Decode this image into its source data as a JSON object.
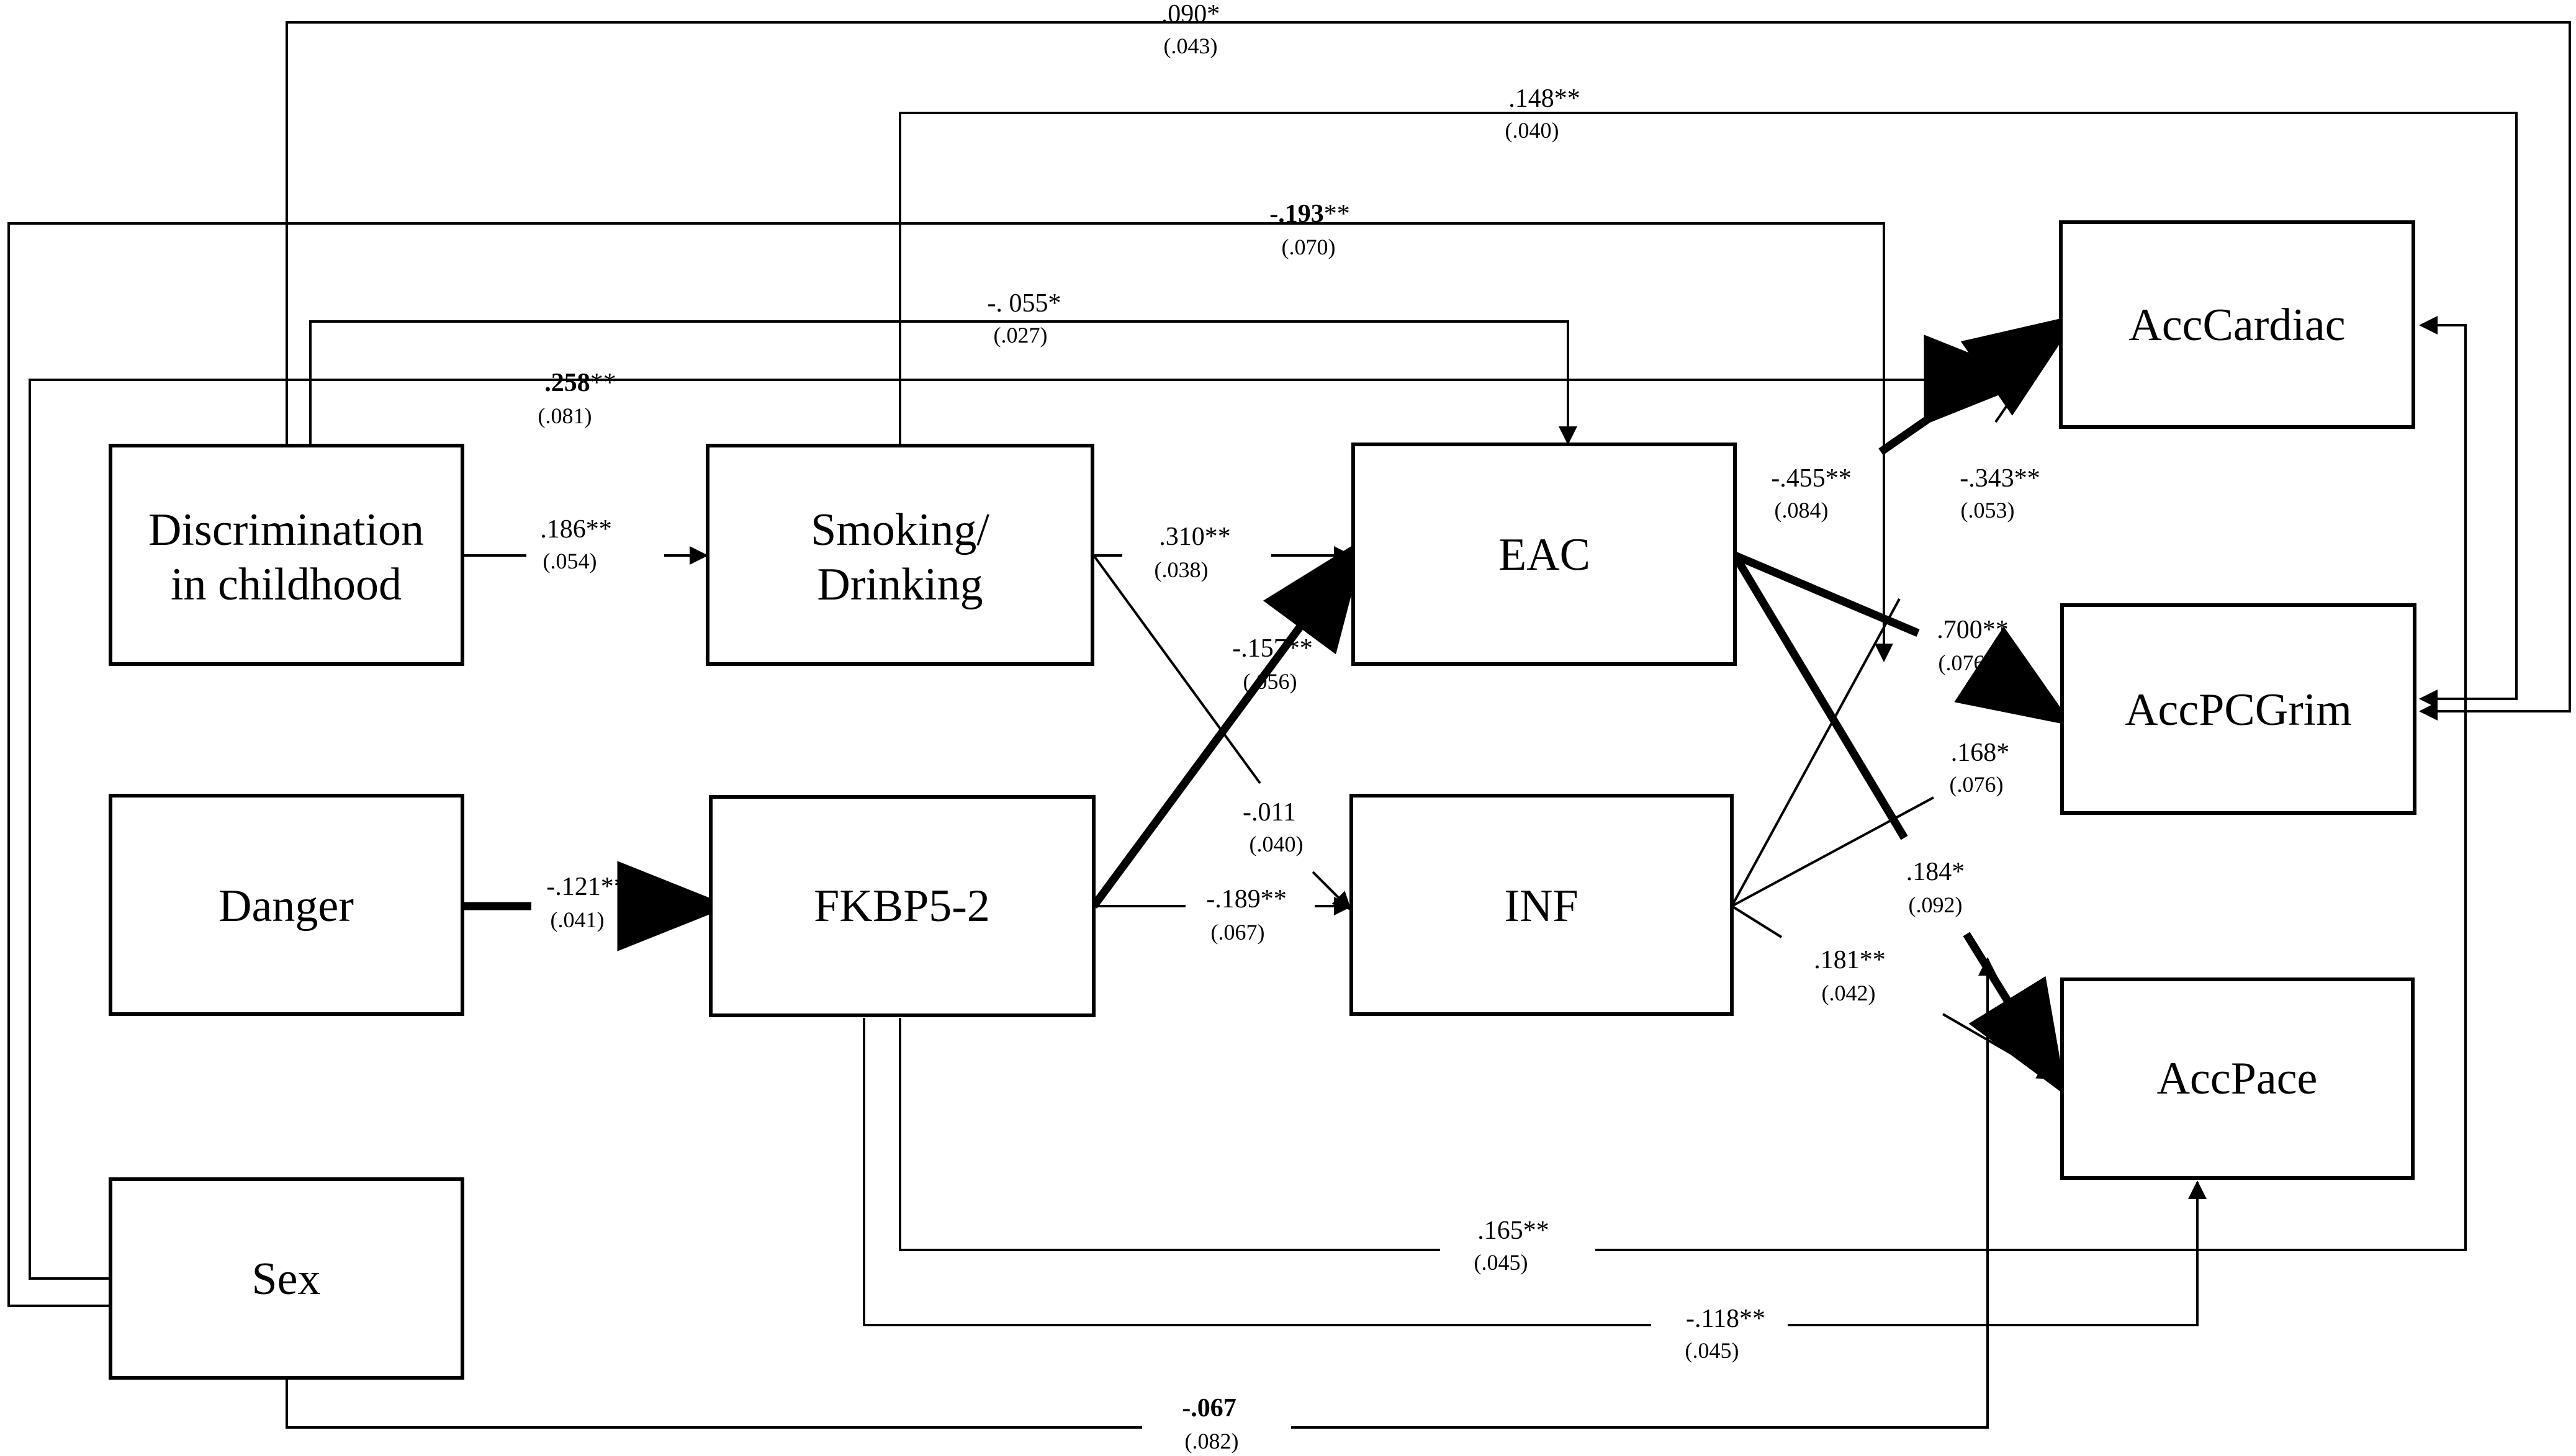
{
  "nodes": {
    "discrimination": {
      "line1": "Discrimination",
      "line2": "in childhood"
    },
    "danger": {
      "label": "Danger"
    },
    "sex": {
      "label": "Sex"
    },
    "smoking": {
      "line1": "Smoking/",
      "line2": "Drinking"
    },
    "fkbp5": {
      "label": "FKBP5-2"
    },
    "eac": {
      "label": "EAC"
    },
    "inf": {
      "label": "INF"
    },
    "acccardiac": {
      "label": "AccCardiac"
    },
    "accpcgrim": {
      "label": "AccPCGrim"
    },
    "accpace": {
      "label": "AccPace"
    }
  },
  "paths": {
    "disc_to_accpcgrim": {
      "coef": ".090*",
      "se": "(.043)"
    },
    "smoking_to_accpcgrim": {
      "coef": ".148**",
      "se": "(.040)"
    },
    "sex_to_accpcgrim": {
      "coef_bold": "-.193",
      "coef_stars": "**",
      "se": "(.070)"
    },
    "disc_to_eac": {
      "coef": "-. 055*",
      "se": "(.027)"
    },
    "sex_to_acccardiac": {
      "coef_bold": ".258",
      "coef_stars": "**",
      "se": "(.081)"
    },
    "disc_to_smoking": {
      "coef": ".186**",
      "se": "(.054)"
    },
    "smoking_to_eac": {
      "coef": ".310**",
      "se": "(.038)"
    },
    "fkbp5_to_eac": {
      "coef": "-.157**",
      "se": "(.056)"
    },
    "smoking_to_inf": {
      "coef": "-.011",
      "se": "(.040)"
    },
    "danger_to_fkbp5": {
      "coef": "-.121**",
      "se": "(.041)"
    },
    "fkbp5_to_inf": {
      "coef": "-.189**",
      "se": "(.067)"
    },
    "eac_to_acccardiac": {
      "coef": "-.455**",
      "se": "(.084)"
    },
    "inf_to_acccardiac": {
      "coef": "-.343**",
      "se": "(.053)"
    },
    "eac_to_accpcgrim": {
      "coef": ".700**",
      "se": "(.076)"
    },
    "inf_to_accpcgrim": {
      "coef": ".168*",
      "se": "(.076)"
    },
    "eac_to_accpace": {
      "coef": ".184*",
      "se": "(.092)"
    },
    "inf_to_accpace": {
      "coef": ".181**",
      "se": "(.042)"
    },
    "fkbp5_to_acccardiac": {
      "coef": ".165**",
      "se": "(.045)"
    },
    "fkbp5_to_accpace": {
      "coef": "-.118**",
      "se": "(.045)"
    },
    "sex_to_accpace": {
      "coef_bold": "-.067",
      "se": "(.082)"
    }
  }
}
